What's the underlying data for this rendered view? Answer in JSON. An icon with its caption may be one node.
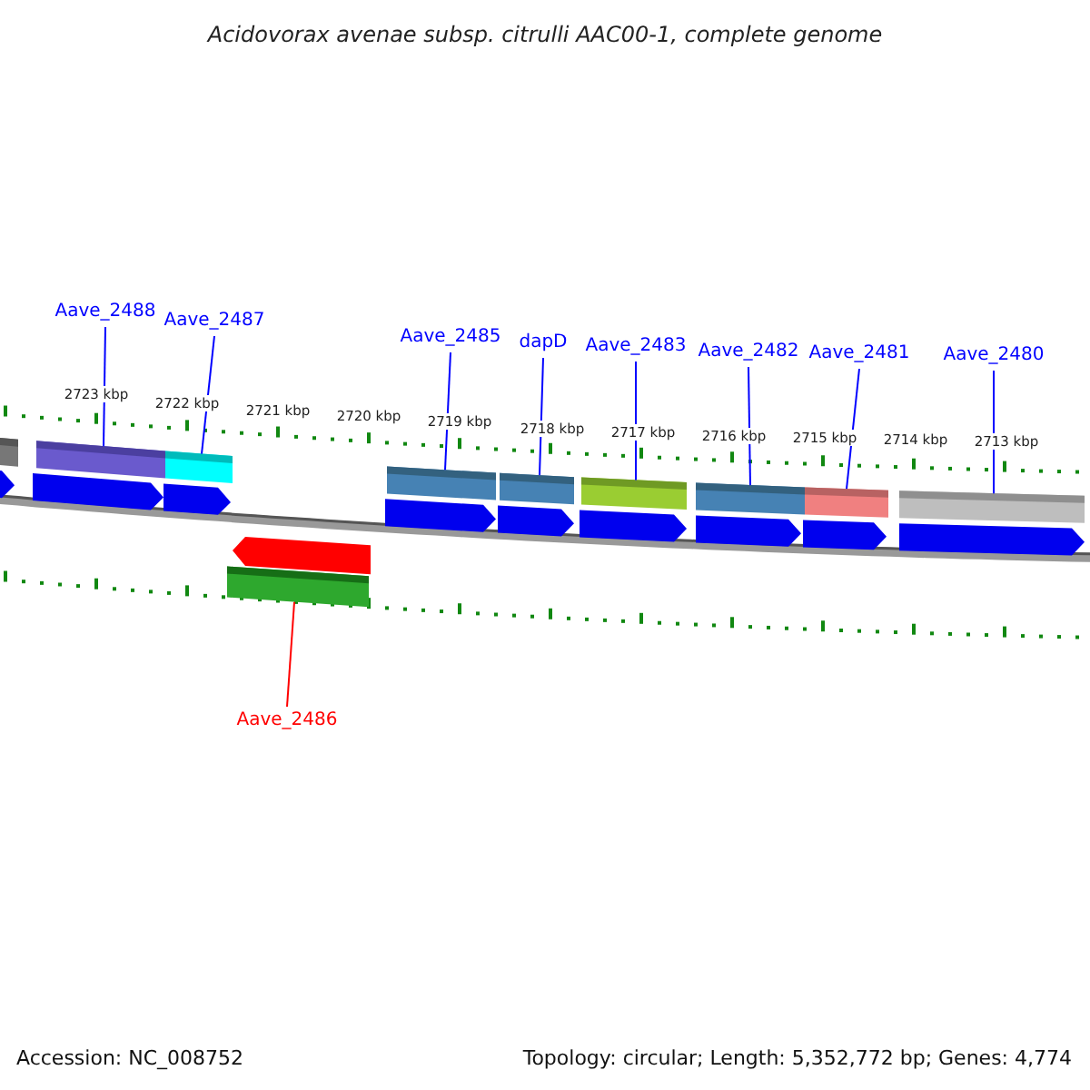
{
  "diagram": {
    "title": "Acidovorax avenae subsp. citrulli AAC00-1, complete genome",
    "nodes": [
      {
        "text": [
          "Aave_2488"
        ]
      },
      {
        "text": [
          "Aave_2487"
        ]
      },
      {
        "text": [
          "Aave_2485"
        ]
      },
      {
        "text": [
          "dapD"
        ]
      },
      {
        "text": [
          "Aave_2483"
        ]
      },
      {
        "text": [
          "Aave_2482"
        ]
      },
      {
        "text": [
          "Aave_2481"
        ]
      },
      {
        "text": [
          "Aave_2480"
        ]
      },
      {
        "text": [
          "Aave_2486"
        ]
      },
      {
        "text": [],
        "shape": "bar"
      },
      {
        "text": [],
        "shape": "bar"
      },
      {
        "text": [],
        "shape": "bar"
      },
      {
        "text": [],
        "shape": "bar"
      },
      {
        "text": [],
        "shape": "bar"
      },
      {
        "text": [],
        "shape": "bar"
      },
      {
        "text": [],
        "shape": "bar"
      },
      {
        "text": [],
        "shape": "bar"
      },
      {
        "text": [],
        "shape": "bar"
      },
      {
        "text": [],
        "shape": "bar"
      }
    ],
    "edges": [
      {
        "from": 0,
        "to": 10,
        "arrow": "none"
      },
      {
        "from": 1,
        "to": 11,
        "arrow": "none"
      },
      {
        "from": 2,
        "to": 12,
        "arrow": "none"
      },
      {
        "from": 3,
        "to": 13,
        "arrow": "none"
      },
      {
        "from": 4,
        "to": 14,
        "arrow": "none"
      },
      {
        "from": 5,
        "to": 15,
        "arrow": "none"
      },
      {
        "from": 6,
        "to": 16,
        "arrow": "none"
      },
      {
        "from": 7,
        "to": 17,
        "arrow": "none"
      },
      {
        "from": 8,
        "to": 18,
        "arrow": "none",
        "color": "#ff0000"
      }
    ],
    "labels": [
      "2723 kbp",
      "2722 kbp",
      "2721 kbp",
      "2720 kbp",
      "2719 kbp",
      "2718 kbp",
      "2717 kbp",
      "2716 kbp",
      "2715 kbp",
      "2714 kbp",
      "2713 kbp",
      "Accession: NC_008752",
      "Topology: circular; Length: 5,352,772 bp; Genes: 4,774"
    ]
  }
}
